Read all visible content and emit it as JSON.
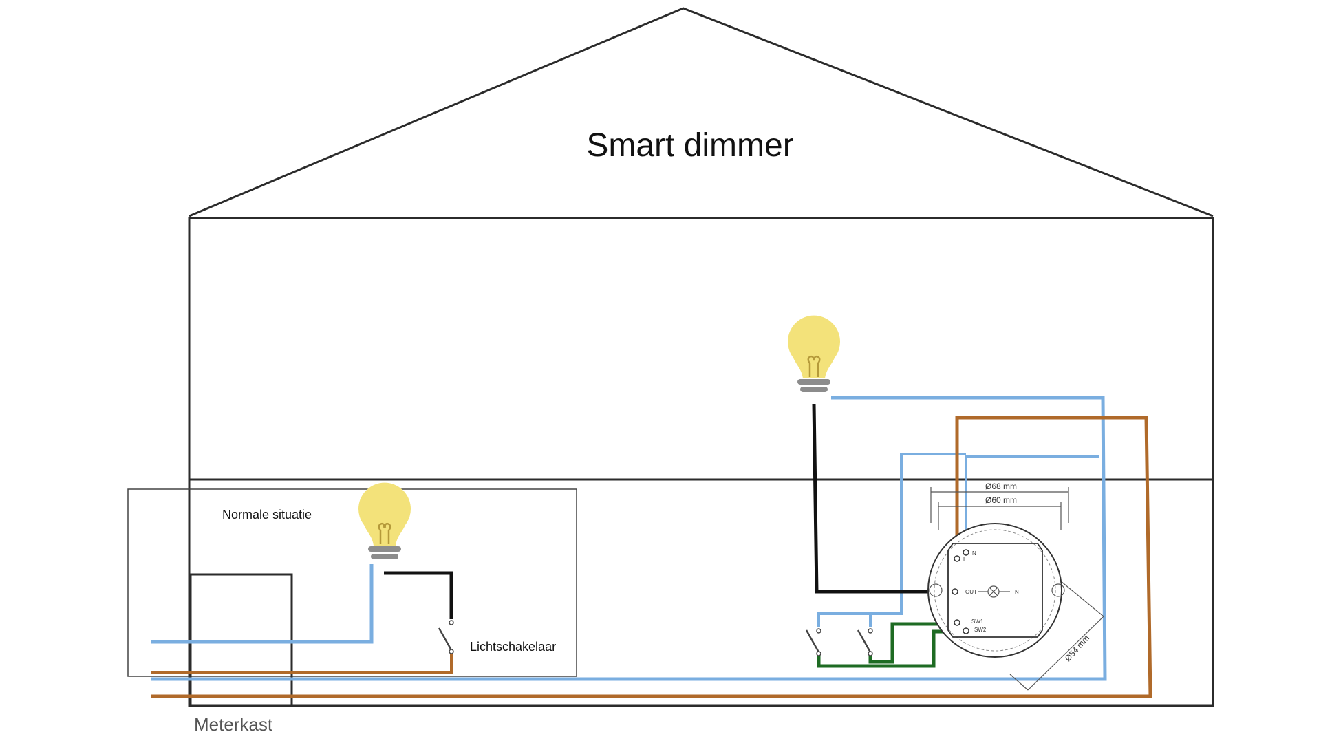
{
  "title": "Smart dimmer",
  "labels": {
    "normal_situation": "Normale situatie",
    "light_switch": "Lichtschakelaar",
    "meter_box": "Meterkast"
  },
  "dimmer": {
    "dim_outer": "Ø68 mm",
    "dim_inner": "Ø60 mm",
    "dim_body": "Ø54 mm",
    "terminal_n": "N",
    "terminal_l": "L",
    "terminal_out": "OUT",
    "terminal_n2": "N",
    "terminal_sw1": "SW1",
    "terminal_sw2": "SW2"
  },
  "colors": {
    "neutral": "#7aaee0",
    "live": "#b06a2a",
    "switched": "#111111",
    "switch_wire": "#1e6b23",
    "bulb": "#f3e27a",
    "bulb_base": "#8c8c8c",
    "outline": "#2b2b2b"
  }
}
